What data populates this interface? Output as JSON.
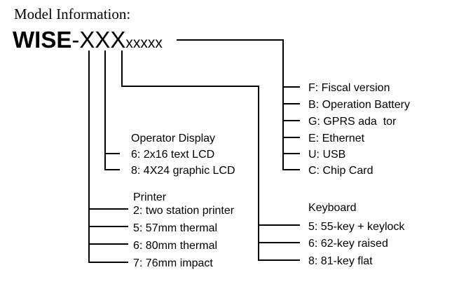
{
  "heading": "Model Information:",
  "model": {
    "prefix": "WISE",
    "dash": "-",
    "codes": "XXX",
    "suffix": "xxxxx"
  },
  "options_group": {
    "items": [
      "F: Fiscal version",
      "B: Operation Battery",
      "G: GPRS ada  tor",
      "E: Ethernet",
      "U: USB",
      "C: Chip Card"
    ]
  },
  "display_group": {
    "title": "Operator Display",
    "items": [
      "6: 2x16 text LCD",
      "8: 4X24 graphic LCD"
    ]
  },
  "printer_group": {
    "title": "Printer",
    "items": [
      "2: two station printer",
      "5: 57mm thermal",
      "6: 80mm thermal",
      "7: 76mm impact"
    ]
  },
  "keyboard_group": {
    "title": "Keyboard",
    "items": [
      "5: 55-key + keylock",
      "6: 62-key raised",
      "8: 81-key flat"
    ]
  }
}
